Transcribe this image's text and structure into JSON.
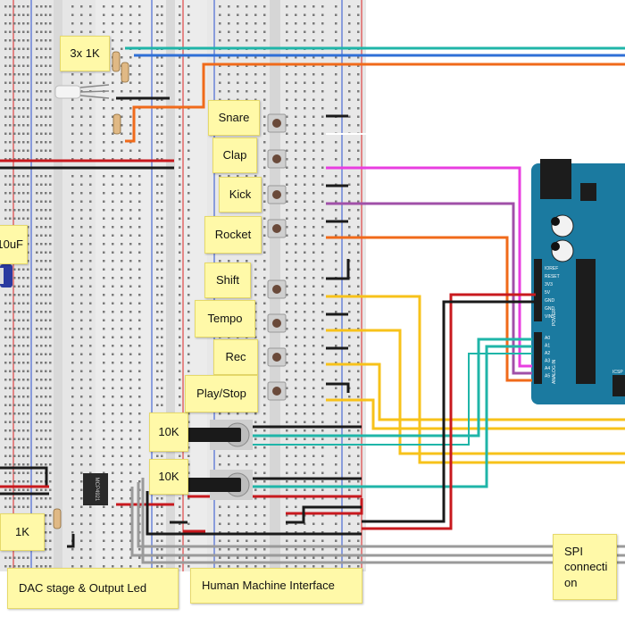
{
  "labels": {
    "resistors_3x": "3x 1K",
    "capacitor": "10uF",
    "resistor_1k": "1K",
    "pot_1": "10K",
    "pot_2": "10K",
    "ic": "MCP4921",
    "dac_stage": "DAC stage & Output Led",
    "hmi": "Human Machine Interface",
    "spi_line1": "SPI",
    "spi_line2": "connecti",
    "spi_line3": "on"
  },
  "buttons": [
    "Snare",
    "Clap",
    "Kick",
    "Rocket",
    "Shift",
    "Tempo",
    "Rec",
    "Play/Stop"
  ],
  "arduino": {
    "power_header": [
      "IOREF",
      "RESET",
      "3V3",
      "5V",
      "GND",
      "GND",
      "VIN"
    ],
    "power_label": "POWER",
    "analog_header": [
      "A0",
      "A1",
      "A2",
      "A3",
      "A4",
      "A5"
    ],
    "analog_label": "ANALOG IN",
    "icsp_label": "ICSP"
  },
  "wire_colors": {
    "teal": "#1fb5a8",
    "blue": "#2f6fd6",
    "orange": "#f06a1a",
    "white": "#ffffff",
    "magenta": "#e83ee0",
    "purple": "#a050a8",
    "yellow": "#f7c21a",
    "red": "#c8191e",
    "black": "#1a1a1a",
    "gray": "#9a9a9a",
    "arduino_board": "#1b7aa0",
    "breadboard": "#e6e6e6"
  }
}
